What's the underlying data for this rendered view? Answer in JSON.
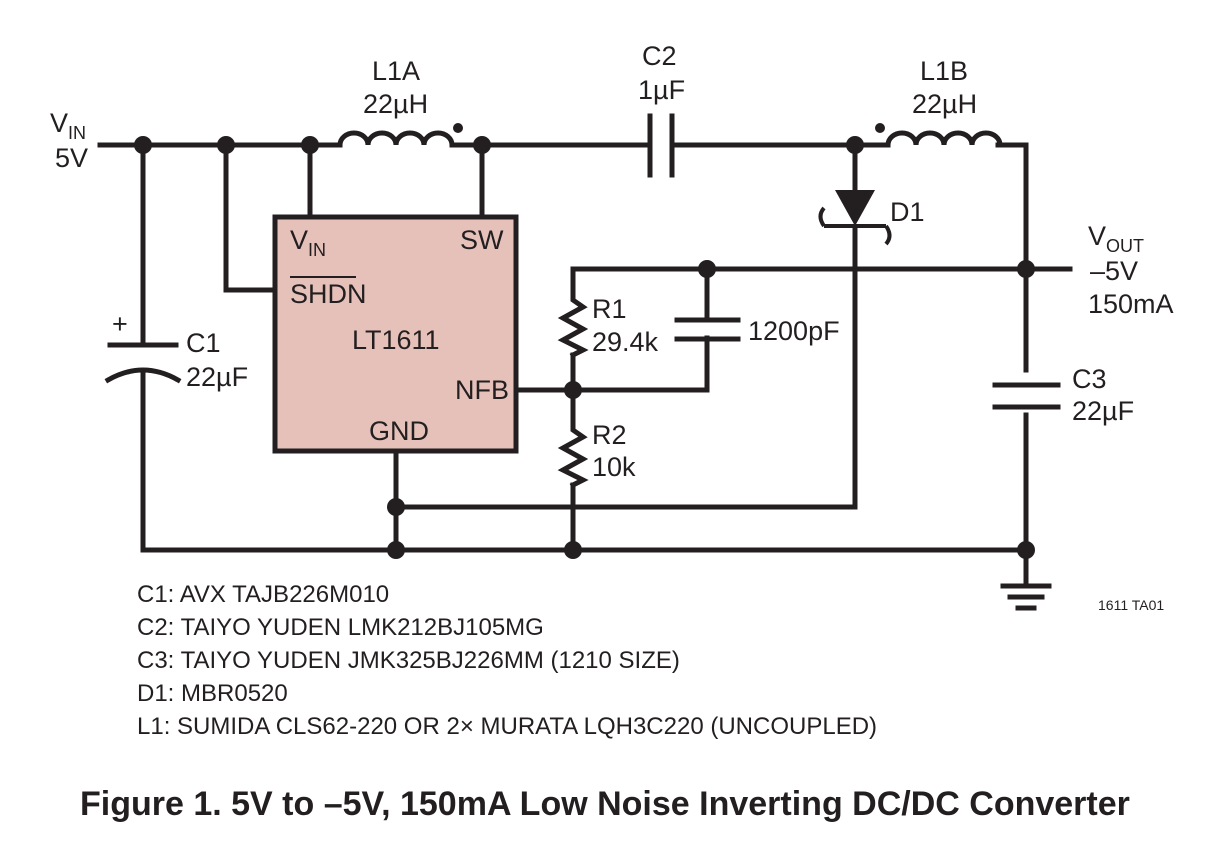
{
  "colors": {
    "ic_fill": "#e6c1ba",
    "ink": "#231f20",
    "background": "#ffffff"
  },
  "vin": {
    "label_main": "V",
    "label_sub": "IN",
    "value": "5V"
  },
  "vout": {
    "label_main": "V",
    "label_sub": "OUT",
    "value": "–5V",
    "current": "150mA"
  },
  "ic": {
    "name": "LT1611",
    "pins": {
      "vin_main": "V",
      "vin_sub": "IN",
      "sw": "SW",
      "shdn": "SHDN",
      "nfb": "NFB",
      "gnd": "GND"
    }
  },
  "components": {
    "l1a": {
      "name": "L1A",
      "value": "22µH"
    },
    "l1b": {
      "name": "L1B",
      "value": "22µH"
    },
    "c1": {
      "name": "C1",
      "value": "22µF",
      "polarity": "+"
    },
    "c2": {
      "name": "C2",
      "value": "1µF"
    },
    "c3": {
      "name": "C3",
      "value": "22µF"
    },
    "d1": {
      "name": "D1"
    },
    "r1": {
      "name": "R1",
      "value": "29.4k"
    },
    "r2": {
      "name": "R2",
      "value": "10k"
    },
    "cff": {
      "value": "1200pF"
    }
  },
  "drawing_id": "1611 TA01",
  "bom": [
    "C1: AVX TAJB226M010",
    "C2: TAIYO YUDEN LMK212BJ105MG",
    "C3: TAIYO YUDEN JMK325BJ226MM (1210 SIZE)",
    "D1: MBR0520",
    "L1: SUMIDA CLS62-220 OR 2× MURATA LQH3C220 (UNCOUPLED)"
  ],
  "caption": "Figure 1. 5V to –5V, 150mA Low Noise Inverting DC/DC Converter"
}
